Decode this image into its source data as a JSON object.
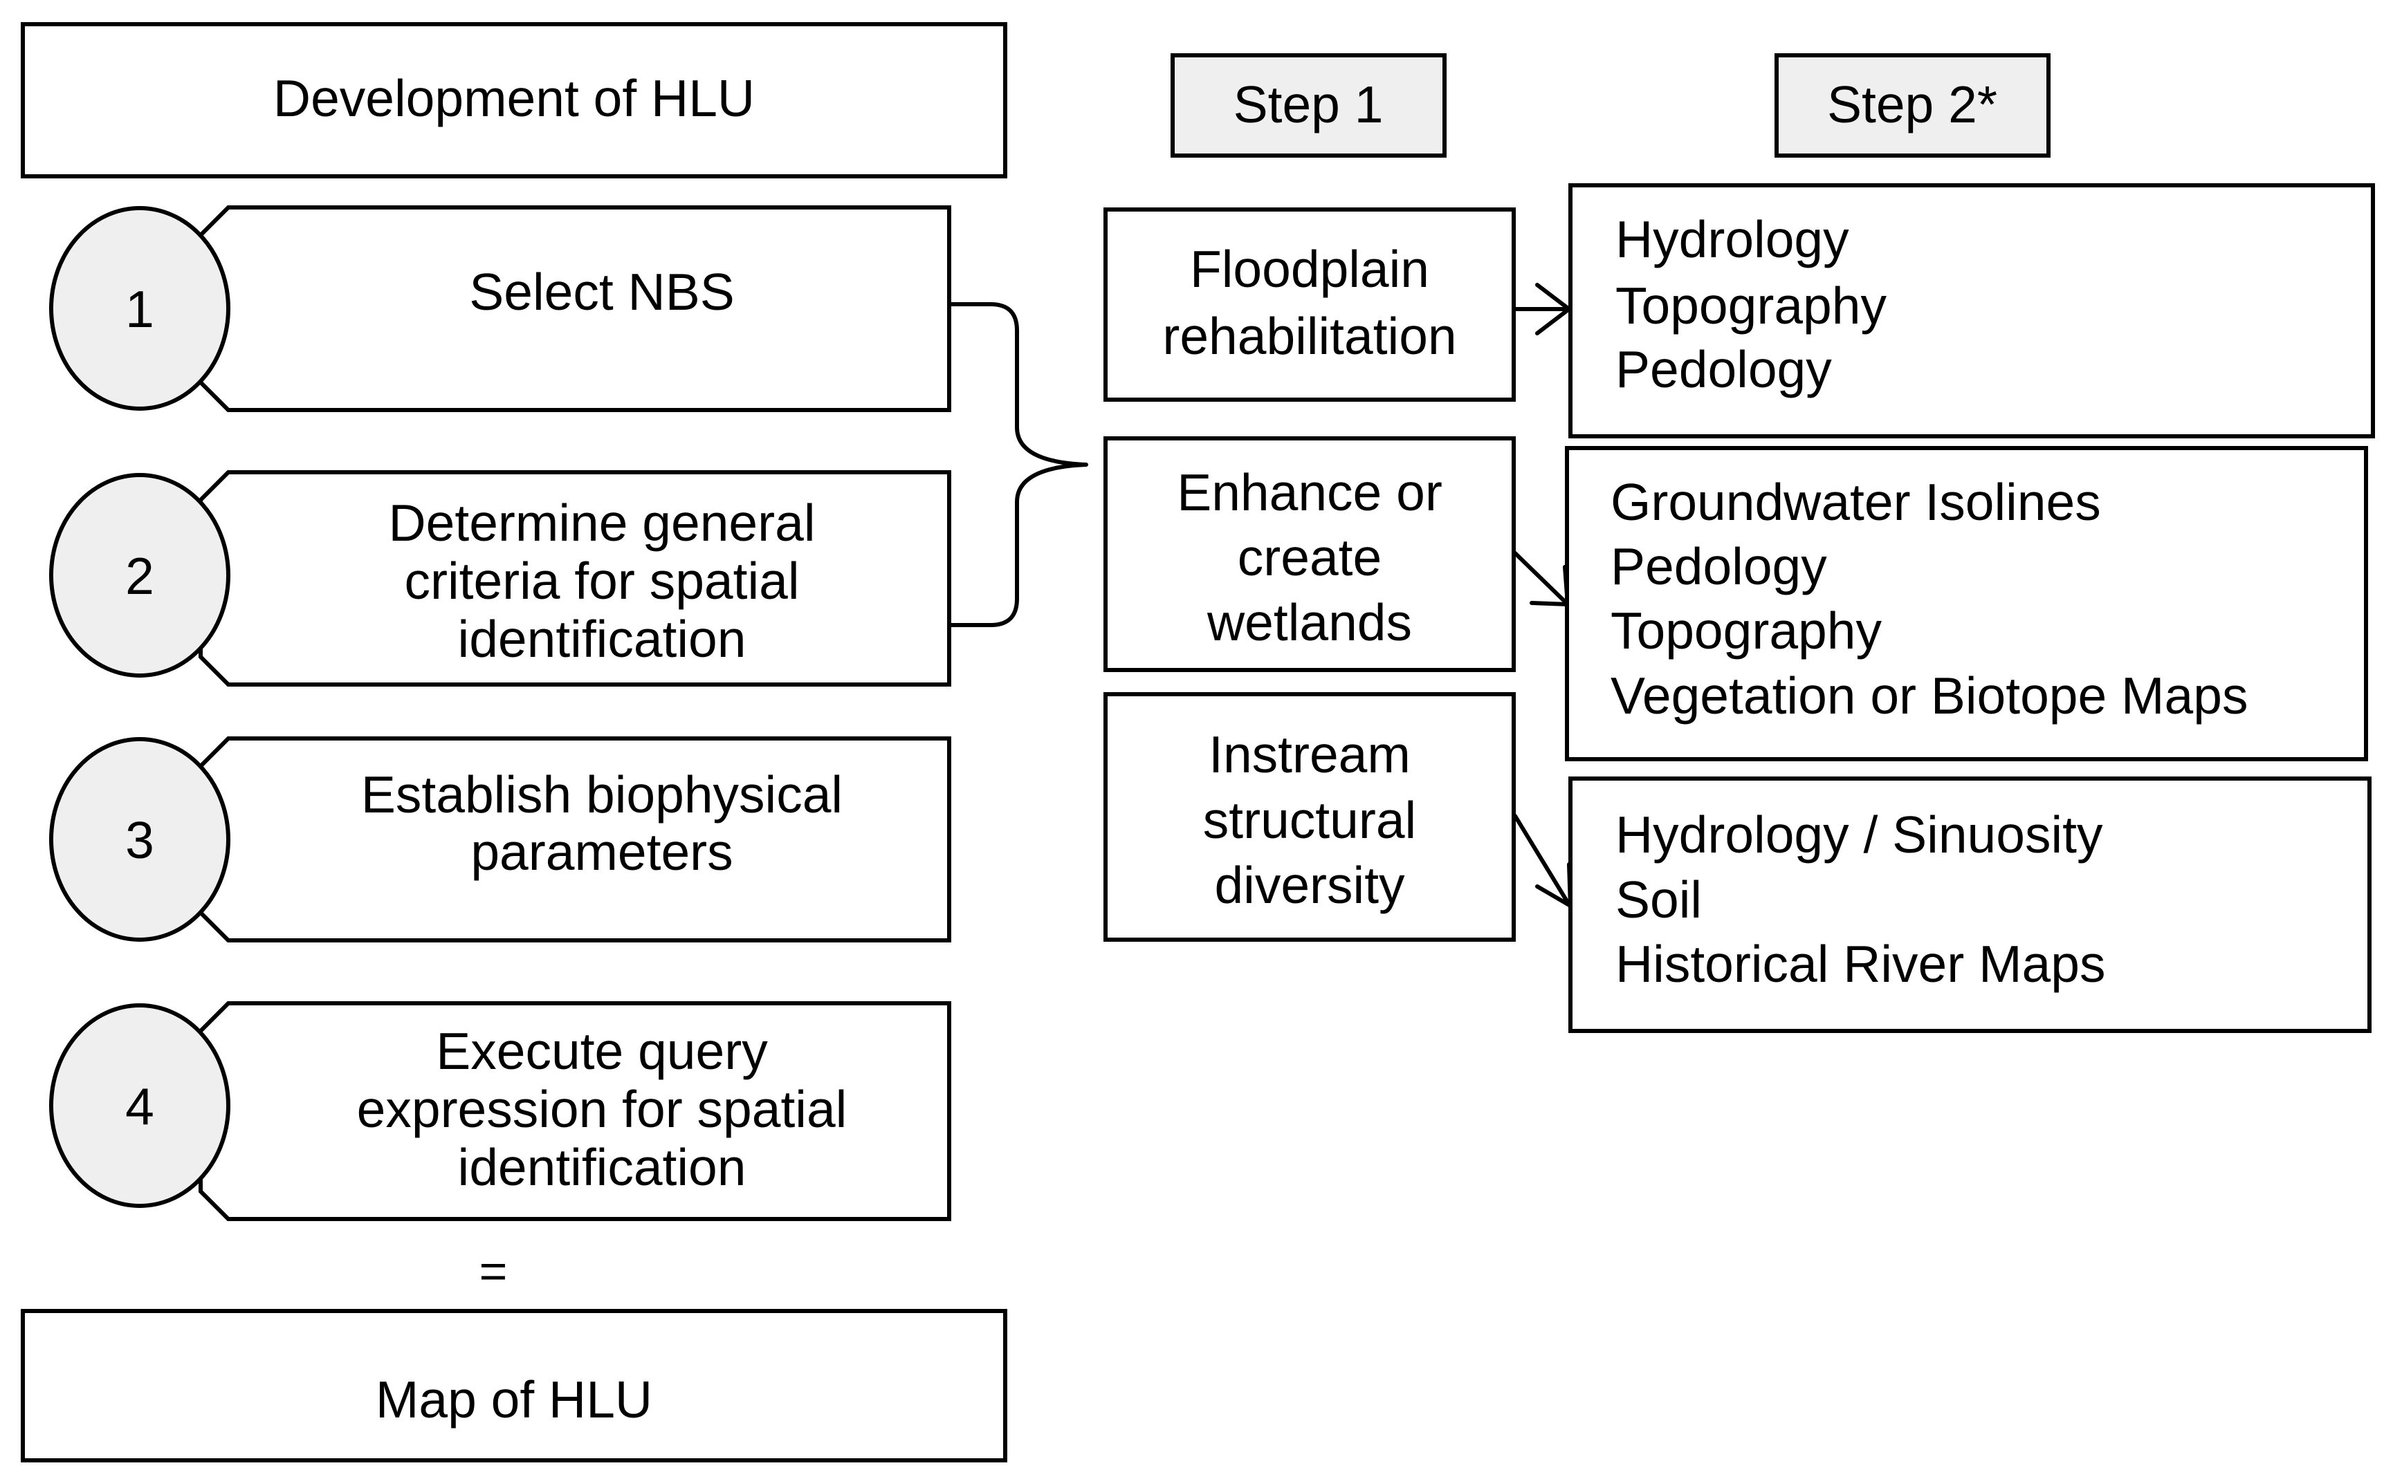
{
  "left": {
    "top_box": "Development of HLU",
    "steps": [
      {
        "num": "1",
        "lines": [
          "Select NBS"
        ]
      },
      {
        "num": "2",
        "lines": [
          "Determine general",
          "criteria for spatial",
          "identification"
        ]
      },
      {
        "num": "3",
        "lines": [
          "Establish biophysical",
          "parameters"
        ]
      },
      {
        "num": "4",
        "lines": [
          "Execute query",
          "expression for spatial",
          "identification"
        ]
      }
    ],
    "equals": "=",
    "bottom_box": "Map of HLU"
  },
  "headers": {
    "step1": "Step 1",
    "step2": "Step 2*"
  },
  "nbs": [
    {
      "lines": [
        "Floodplain",
        "rehabilitation"
      ]
    },
    {
      "lines": [
        "Enhance or",
        "create",
        "wetlands"
      ]
    },
    {
      "lines": [
        "Instream",
        "structural",
        "diversity"
      ]
    }
  ],
  "data_sources": [
    {
      "lines": [
        "Hydrology",
        "Topography",
        "Pedology"
      ]
    },
    {
      "lines": [
        "Groundwater Isolines",
        "Pedology",
        "Topography",
        "Vegetation or Biotope Maps"
      ]
    },
    {
      "lines": [
        "Hydrology / Sinuosity",
        "Soil",
        "Historical River Maps"
      ]
    }
  ]
}
